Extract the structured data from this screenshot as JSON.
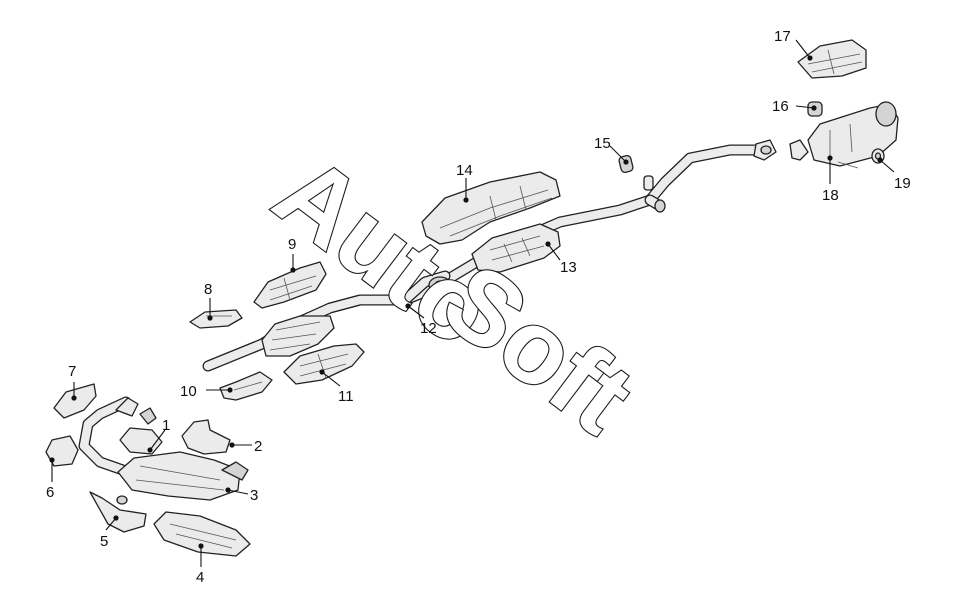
{
  "watermark": {
    "word1": "Auto",
    "word2": "Soft"
  },
  "callouts": [
    {
      "id": "1",
      "text": "1"
    },
    {
      "id": "2",
      "text": "2"
    },
    {
      "id": "3",
      "text": "3"
    },
    {
      "id": "4",
      "text": "4"
    },
    {
      "id": "5",
      "text": "5"
    },
    {
      "id": "6",
      "text": "6"
    },
    {
      "id": "7",
      "text": "7"
    },
    {
      "id": "8",
      "text": "8"
    },
    {
      "id": "9",
      "text": "9"
    },
    {
      "id": "10",
      "text": "10"
    },
    {
      "id": "11",
      "text": "11"
    },
    {
      "id": "12",
      "text": "12"
    },
    {
      "id": "13",
      "text": "13"
    },
    {
      "id": "14",
      "text": "14"
    },
    {
      "id": "15",
      "text": "15"
    },
    {
      "id": "16",
      "text": "16"
    },
    {
      "id": "17",
      "text": "17"
    },
    {
      "id": "18",
      "text": "18"
    },
    {
      "id": "19",
      "text": "19"
    }
  ]
}
